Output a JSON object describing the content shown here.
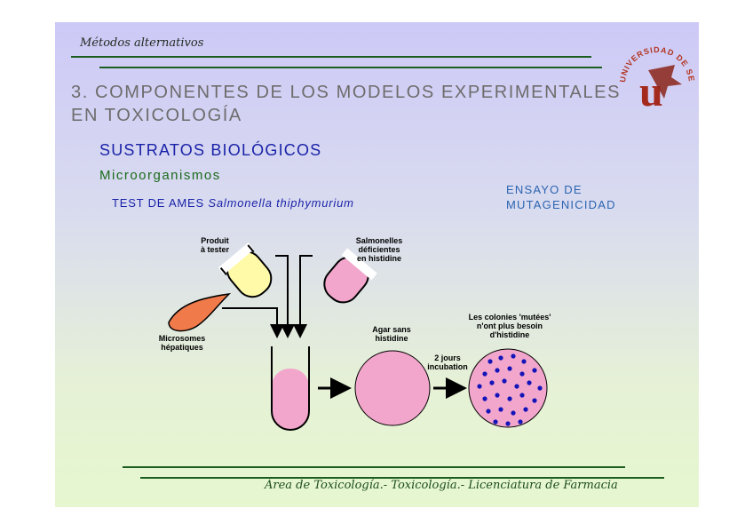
{
  "header": {
    "title": "Métodos alternativos"
  },
  "slide": {
    "title_line1": "3. COMPONENTES DE LOS MODELOS EXPERIMENTALES",
    "title_line2": "EN TOXICOLOGÍA",
    "subtitle": "SUSTRATOS BIOLÓGICOS",
    "section": "Microorganismos",
    "test_prefix": "TEST DE AMES",
    "test_species": "Salmonella thiphymurium",
    "ensayo_line1": "ENSAYO DE",
    "ensayo_line2": "MUTAGENICIDAD"
  },
  "logo": {
    "text": "UNIVERSIDAD DE SEVILLA",
    "monogram": "u"
  },
  "diagram": {
    "produit": [
      "Produit",
      "à tester"
    ],
    "salmonelles": [
      "Salmonelles",
      "déficientes",
      "en histidine"
    ],
    "microsomes": [
      "Microsomes",
      "hépatiques"
    ],
    "agar": [
      "Agar sans",
      "histidine"
    ],
    "incubation": [
      "2 jours",
      "incubation"
    ],
    "colonies": [
      "Les colonies 'mutées'",
      "n'ont plus besoin",
      "d'histidine"
    ],
    "colors": {
      "yellow_tube": "#fffaa8",
      "pink": "#f2a6cc",
      "liver": "#f07a4a",
      "colony": "#1414b8"
    }
  },
  "footer": {
    "text": "Área de Toxicología.- Toxicología.- Licenciatura de Farmacia"
  }
}
